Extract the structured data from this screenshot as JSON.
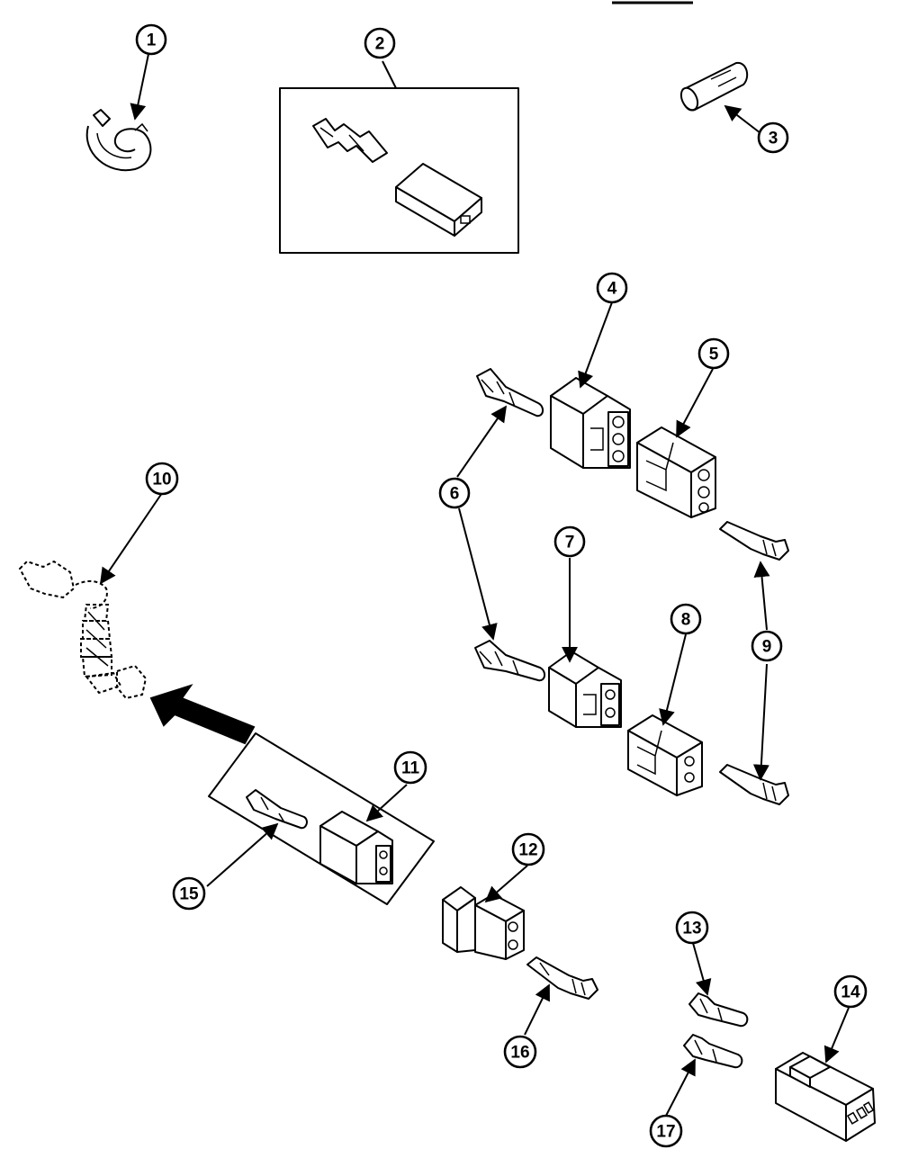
{
  "colors": {
    "ink": "#000000",
    "paper": "#ffffff"
  },
  "callouts": {
    "c1": "1",
    "c2": "2",
    "c3": "3",
    "c4": "4",
    "c5": "5",
    "c6": "6",
    "c7": "7",
    "c8": "8",
    "c9": "9",
    "c10": "10",
    "c11": "11",
    "c12": "12",
    "c13": "13",
    "c14": "14",
    "c15": "15",
    "c16": "16",
    "c17": "17"
  }
}
